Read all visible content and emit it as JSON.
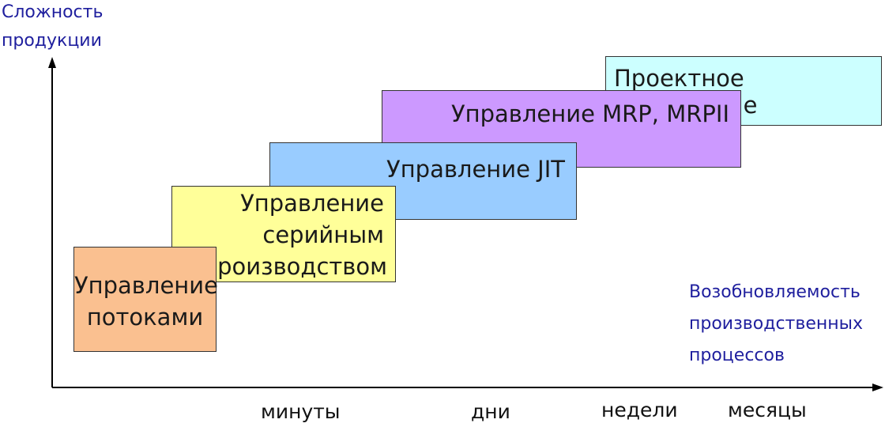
{
  "y_axis": {
    "title_line1": "Сложность",
    "title_line2": "продукции"
  },
  "x_axis": {
    "title_lines": [
      "Возобновляемость",
      "производственных",
      "процессов"
    ],
    "ticks": [
      "минуты",
      "дни",
      "недели",
      "месяцы"
    ]
  },
  "boxes": [
    {
      "lines": [
        "Управление",
        "потоками"
      ],
      "color": "#fac090"
    },
    {
      "lines": [
        "Управление",
        "серийным",
        "производством"
      ],
      "color": "#ffff99"
    },
    {
      "lines": [
        "Управление JIT"
      ],
      "color": "#99ccff"
    },
    {
      "lines": [
        "Управление MRP, MRPII"
      ],
      "color": "#cc99ff"
    },
    {
      "lines": [
        "Проектное управление"
      ],
      "color": "#ccffff"
    }
  ],
  "colors": {
    "axis": "#000000",
    "axis_title": "#1f1f9e"
  }
}
